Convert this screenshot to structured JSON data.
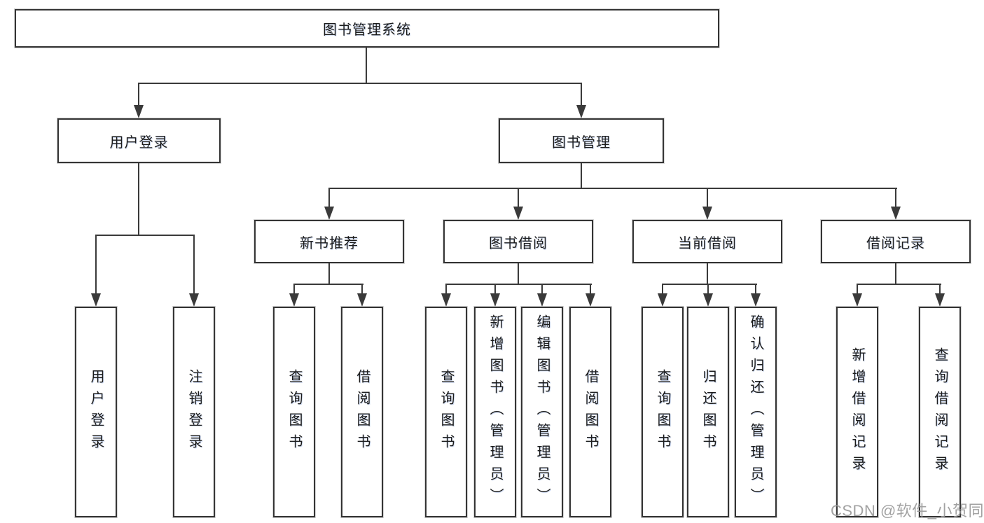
{
  "diagram": {
    "root": {
      "label": "图书管理系统"
    },
    "branches": [
      {
        "label": "用户登录",
        "children": [
          "用户登录",
          "注销登录"
        ]
      },
      {
        "label": "图书管理",
        "children": [
          {
            "label": "新书推荐",
            "children": [
              "查询图书",
              "借阅图书"
            ]
          },
          {
            "label": "图书借阅",
            "children": [
              "查询图书",
              "新增图书（管理员）",
              "编辑图书（管理员）",
              "借阅图书"
            ]
          },
          {
            "label": "当前借阅",
            "children": [
              "查询图书",
              "归还图书",
              "确认归还（管理员）"
            ]
          },
          {
            "label": "借阅记录",
            "children": [
              "新增借阅记录",
              "查询借阅记录"
            ]
          }
        ]
      }
    ],
    "watermark": "CSDN @软件_小贺同学",
    "colors": {
      "line": "#3a3a3a",
      "node_border": "#343434",
      "text": "#1c1c1c",
      "watermark": "#989898",
      "background": "#ffffff"
    }
  }
}
